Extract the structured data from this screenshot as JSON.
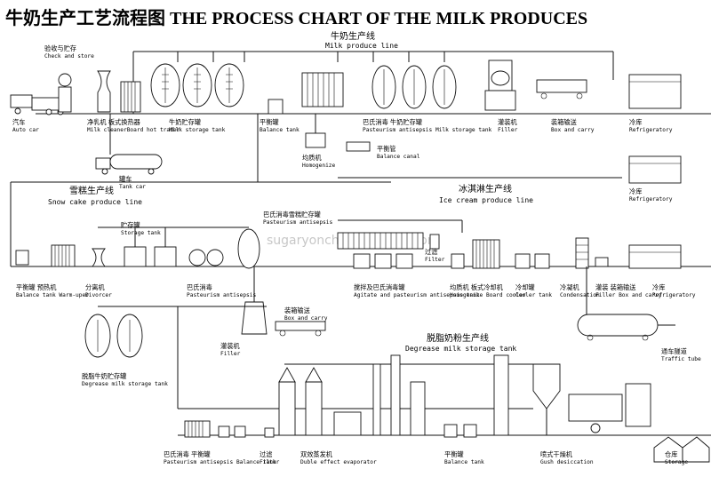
{
  "title": "牛奶生产工艺流程图 THE PROCESS CHART OF THE MILK PRODUCES",
  "sections": {
    "milk_line_zh": "牛奶生产线",
    "milk_line_en": "Milk produce line",
    "snow_zh": "雪糕生产线",
    "snow_en": "Snow cake produce line",
    "ice_zh": "冰淇淋生产线",
    "ice_en": "Ice cream produce line",
    "degrease_zh": "脱脂奶粉生产线",
    "degrease_en": "Degrease milk storage tank"
  },
  "labels": [
    {
      "id": "check-store",
      "zh": "验收与贮存",
      "en": "Check and store"
    },
    {
      "id": "auto-car",
      "zh": "汽车",
      "en": "Auto car"
    },
    {
      "id": "milk-cleaner",
      "zh": "净乳机 板式换热器",
      "en": "Milk cleanerBoard hot trader"
    },
    {
      "id": "milk-storage-1",
      "zh": "牛奶贮存罐",
      "en": "Milk storage tank"
    },
    {
      "id": "balance-tank-1",
      "zh": "平衡罐",
      "en": "Balance tank"
    },
    {
      "id": "tank-car",
      "zh": "罐车",
      "en": "Tank car"
    },
    {
      "id": "homogenize-1",
      "zh": "均质机",
      "en": "Homogenize"
    },
    {
      "id": "balance-canal",
      "zh": "平衡管",
      "en": "Balance canal"
    },
    {
      "id": "pasteurism-2",
      "zh": "巴氏消毒 牛奶贮存罐",
      "en": "Pasteurism antisepsis Milk storage tank"
    },
    {
      "id": "filler-1",
      "zh": "灌装机",
      "en": "Filler"
    },
    {
      "id": "box-carry-1",
      "zh": "装箱输送",
      "en": "Box and carry"
    },
    {
      "id": "refrigeratory-1",
      "zh": "冷库",
      "en": "Refrigeratory"
    },
    {
      "id": "refrigeratory-2",
      "zh": "冷库",
      "en": "Refrigeratory"
    },
    {
      "id": "storage-tank",
      "zh": "贮存罐",
      "en": "Storage tank"
    },
    {
      "id": "pasteurism-3",
      "zh": "巴氏消毒雪糕贮存罐",
      "en": "Pasteurism antisepsis"
    },
    {
      "id": "filter-1",
      "zh": "过滤",
      "en": "Filter"
    },
    {
      "id": "balance-warm",
      "zh": "平衡罐 预热机",
      "en": "Balance tank Warm-uper"
    },
    {
      "id": "divorcer",
      "zh": "分离机",
      "en": "Divorcer"
    },
    {
      "id": "pasteurism-4",
      "zh": "巴氏消毒",
      "en": "Pasteurism antisepsis"
    },
    {
      "id": "agitate",
      "zh": "搅拌及巴氏消毒罐",
      "en": "Agitate and pasteurism antisepsis tank"
    },
    {
      "id": "homogenize-2",
      "zh": "均质机 板式冷却机",
      "en": "Homogenize Board cooler"
    },
    {
      "id": "cooler-tank",
      "zh": "冷却罐",
      "en": "Cooler tank"
    },
    {
      "id": "condensation",
      "zh": "冷凝机",
      "en": "Condensation"
    },
    {
      "id": "filler-box",
      "zh": "灌装 装箱输送",
      "en": "Filler Box and carry"
    },
    {
      "id": "refrigeratory-3",
      "zh": "冷库",
      "en": "Refrigeratory"
    },
    {
      "id": "filler-2",
      "zh": "灌装机",
      "en": "Filler"
    },
    {
      "id": "box-carry-2",
      "zh": "装箱输送",
      "en": "Box and carry"
    },
    {
      "id": "degrease-tank",
      "zh": "脱脂牛奶贮存罐",
      "en": "Degrease milk storage tank"
    },
    {
      "id": "traffic-tube",
      "zh": "通车隧道",
      "en": "Traffic tube"
    },
    {
      "id": "pasteurism-5",
      "zh": "巴氏消毒 平衡罐",
      "en": "Pasteurism antisepsis Balance tank"
    },
    {
      "id": "filter-2",
      "zh": "过滤",
      "en": "Filter"
    },
    {
      "id": "evaporator",
      "zh": "双效蒸发机",
      "en": "Duble effect evaporator"
    },
    {
      "id": "balance-tank-3",
      "zh": "平衡罐",
      "en": "Balance tank"
    },
    {
      "id": "gush",
      "zh": "喷式干燥机",
      "en": "Gush desiccation"
    },
    {
      "id": "storage",
      "zh": "仓库",
      "en": "Storage"
    }
  ]
}
